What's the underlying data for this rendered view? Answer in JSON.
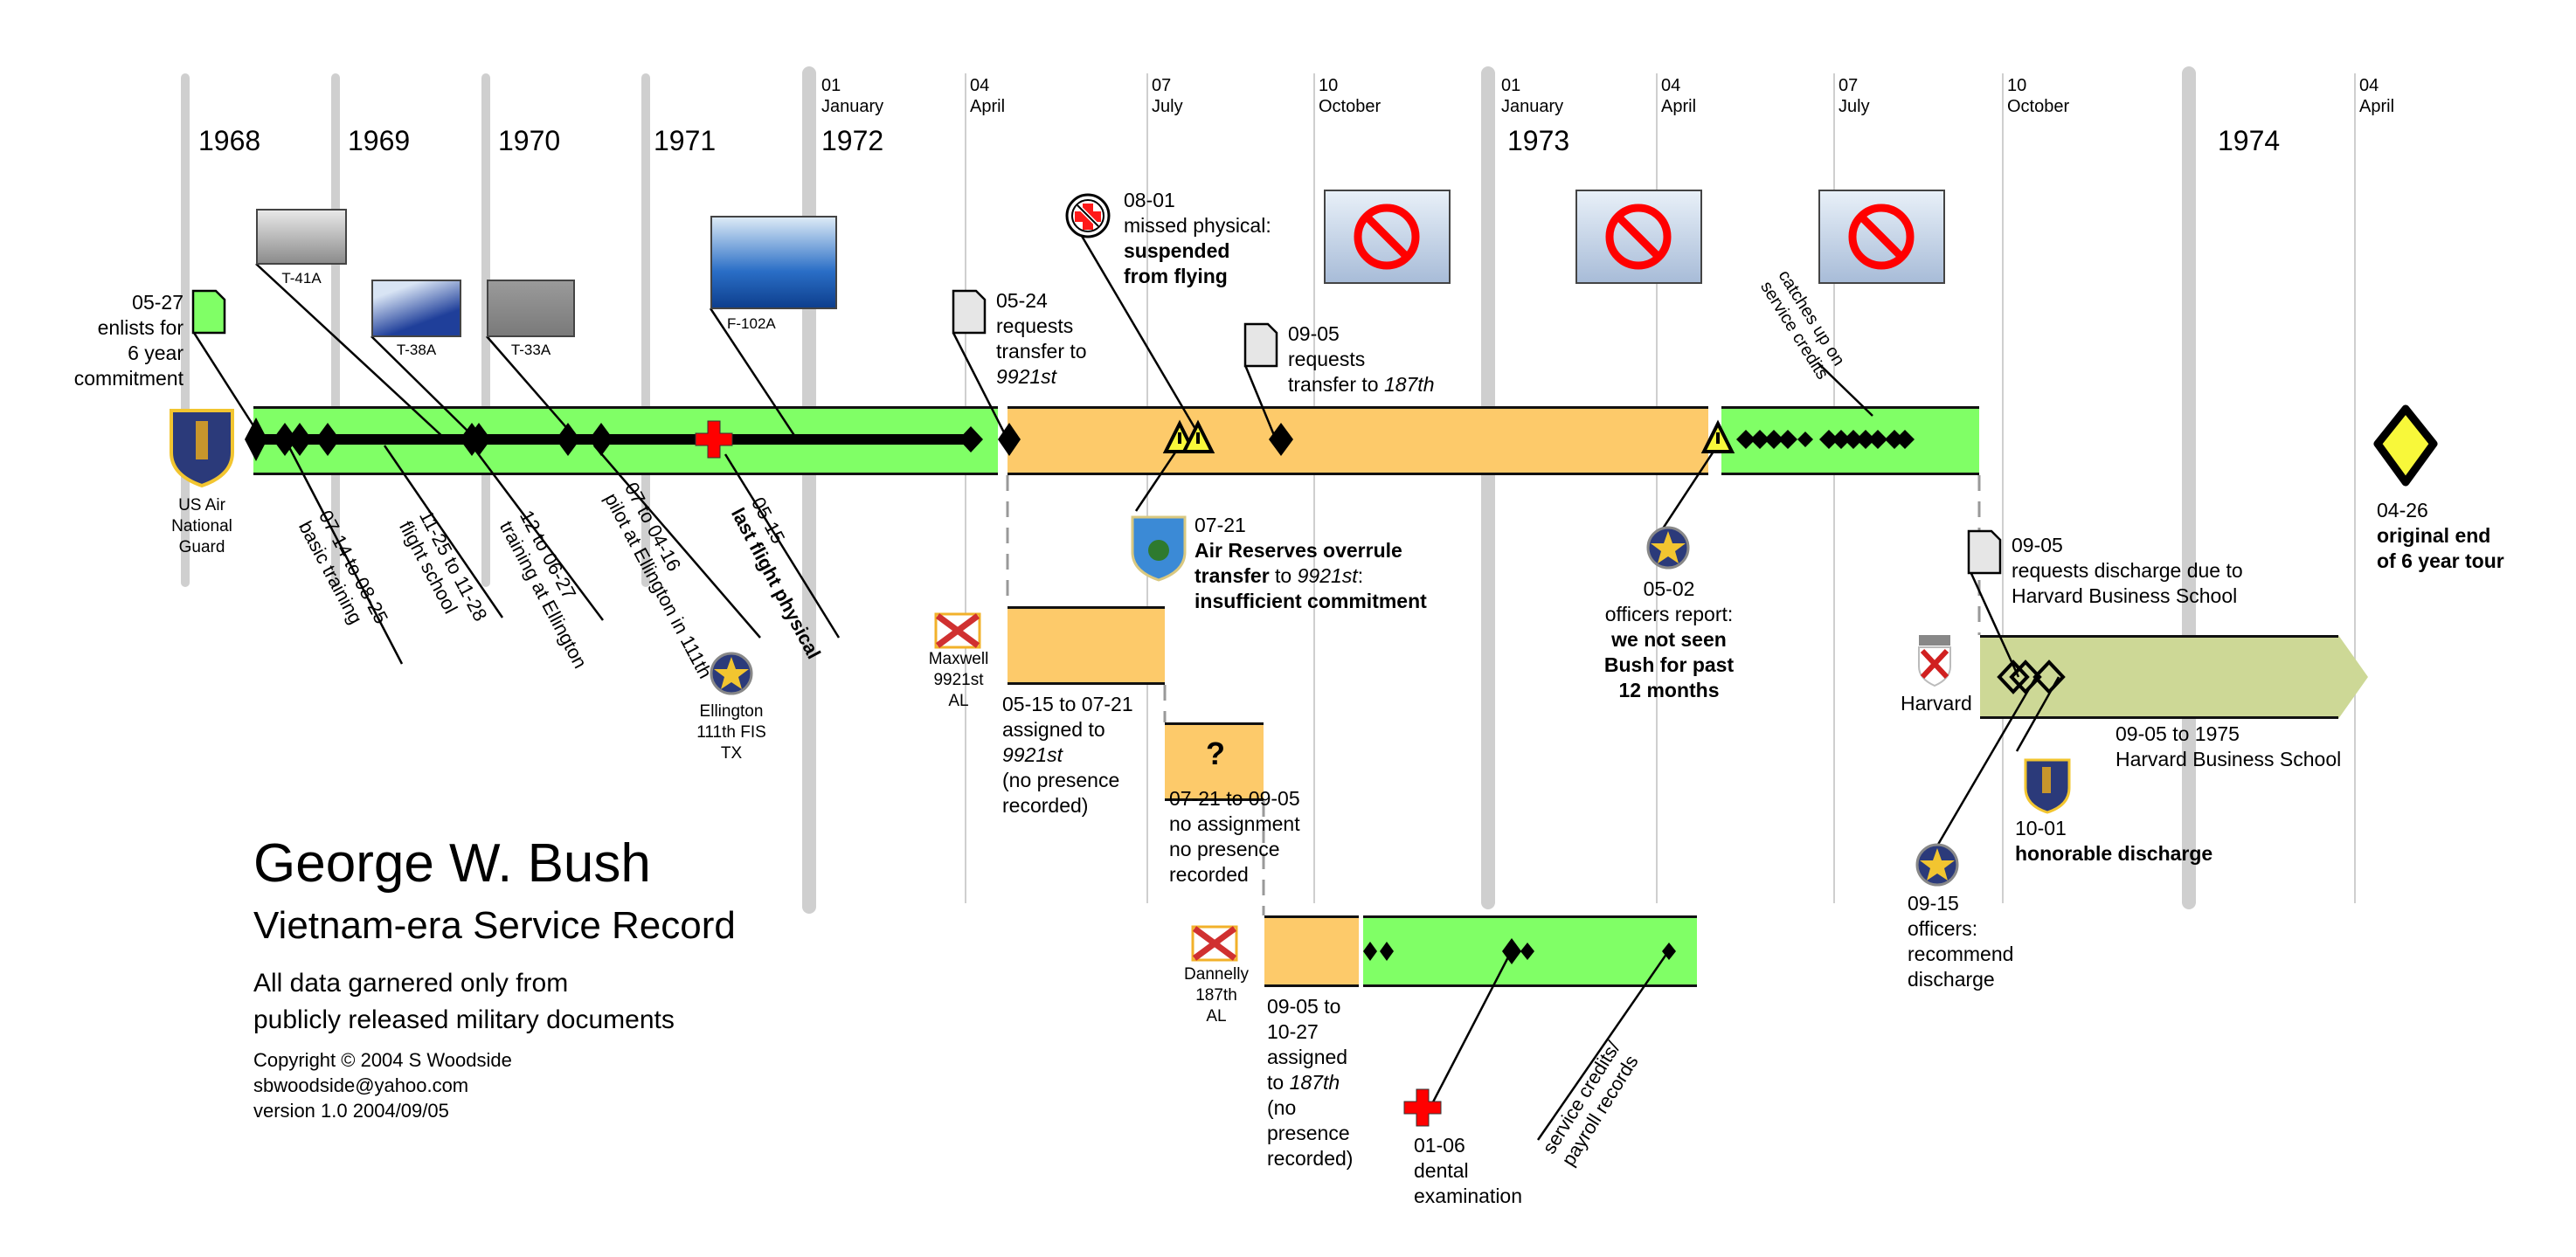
{
  "title": {
    "main": "George W. Bush",
    "sub": "Vietnam-era Service Record",
    "note1": "All data garnered only from",
    "note2": "publicly released military documents",
    "copyright": "Copyright © 2004 S Woodside",
    "email": "sbwoodside@yahoo.com",
    "version": "version 1.0 2004/09/05"
  },
  "timeline": {
    "years": [
      "1968",
      "1969",
      "1970",
      "1971",
      "1972",
      "1973",
      "1974"
    ],
    "quarters_1972": [
      {
        "num": "01",
        "month": "January"
      },
      {
        "num": "04",
        "month": "April"
      },
      {
        "num": "07",
        "month": "July"
      },
      {
        "num": "10",
        "month": "October"
      }
    ],
    "quarters_1973": [
      {
        "num": "01",
        "month": "January"
      },
      {
        "num": "04",
        "month": "April"
      },
      {
        "num": "07",
        "month": "July"
      },
      {
        "num": "10",
        "month": "October"
      }
    ],
    "quarters_1974": [
      {
        "num": "04",
        "month": "April"
      }
    ]
  },
  "units": {
    "guard": {
      "l1": "US Air",
      "l2": "National",
      "l3": "Guard"
    },
    "ellington": {
      "l1": "Ellington",
      "l2": "111th FIS",
      "l3": "TX"
    },
    "maxwell": {
      "l1": "Maxwell",
      "l2": "9921st",
      "l3": "AL"
    },
    "dannelly": {
      "l1": "Dannelly",
      "l2": "187th",
      "l3": "AL"
    },
    "harvard": {
      "l1": "Harvard"
    }
  },
  "aircraft": [
    "T-41A",
    "T-38A",
    "T-33A",
    "F-102A"
  ],
  "events": {
    "enlist": {
      "date": "05-27",
      "l1": "enlists for",
      "l2": "6 year",
      "l3": "commitment"
    },
    "basic": {
      "l1": "07-14 to 08-25",
      "l2": "basic training"
    },
    "flight": {
      "l1": "11-25 to 11-28",
      "l2": "flight school"
    },
    "training": {
      "l1": "12 to 06-27",
      "l2": "training at Ellington"
    },
    "pilot": {
      "l1": "07 to 04-16",
      "l2": "pilot at Ellington in 111th"
    },
    "lastphys": {
      "l1": "05-15",
      "l2": "last flight physical"
    },
    "req9921": {
      "date": "05-24",
      "l1": "requests",
      "l2": "transfer to",
      "l3": "9921st"
    },
    "missed": {
      "date": "08-01",
      "l1": "missed physical:",
      "l2": "suspended",
      "l3": "from flying"
    },
    "req187": {
      "date": "09-05",
      "l1": "requests",
      "l2a": "transfer to ",
      "l2b": "187th"
    },
    "overrule": {
      "date": "07-21",
      "l1": "Air Reserves overrule",
      "l2a": "transfer",
      "l2b": " to ",
      "l2c": "9921st",
      "l2d": ":",
      "l3": "insufficient commitment"
    },
    "maxwell_span": {
      "l1": "05-15 to 07-21",
      "l2": "assigned to",
      "l3": "9921st",
      "l4": "(no presence",
      "l5": "recorded)"
    },
    "gap_span": {
      "mark": "?",
      "l1": "07-21 to 09-05",
      "l2": "no assignment",
      "l3": "no presence",
      "l4": "recorded"
    },
    "dannelly_span": {
      "l1": "09-05 to",
      "l2": "10-27",
      "l3": "assigned",
      "l4a": "to ",
      "l4b": "187th",
      "l5": "(no",
      "l6": "presence",
      "l7": "recorded)"
    },
    "dental": {
      "date": "01-06",
      "l1": "dental",
      "l2": "examination"
    },
    "payroll": {
      "l1": "service credits/",
      "l2": "payroll records"
    },
    "officers": {
      "date": "05-02",
      "l1": "officers report:",
      "l2": "we not seen",
      "l3": "Bush for past",
      "l4": "12 months"
    },
    "catchup": {
      "l1": "catches up on",
      "l2": "service credits"
    },
    "reqdis": {
      "date": "09-05",
      "l1": "requests discharge due to",
      "l2": "Harvard Business School"
    },
    "harvard_span": {
      "l1": "09-05 to 1975",
      "l2": "Harvard Business School"
    },
    "recommend": {
      "date": "09-15",
      "l1": "officers:",
      "l2": "recommend",
      "l3": "discharge"
    },
    "honorable": {
      "date": "10-01",
      "l1": "honorable discharge"
    },
    "tourend": {
      "date": "04-26",
      "l1": "original end",
      "l2": "of 6 year tour"
    }
  },
  "colors": {
    "active": "#80ff66",
    "inactive": "#fdca6a",
    "school": "#cdd896",
    "grid": "#cfcfcf",
    "medical": "#ff0000",
    "warning": "#f8f83a"
  }
}
